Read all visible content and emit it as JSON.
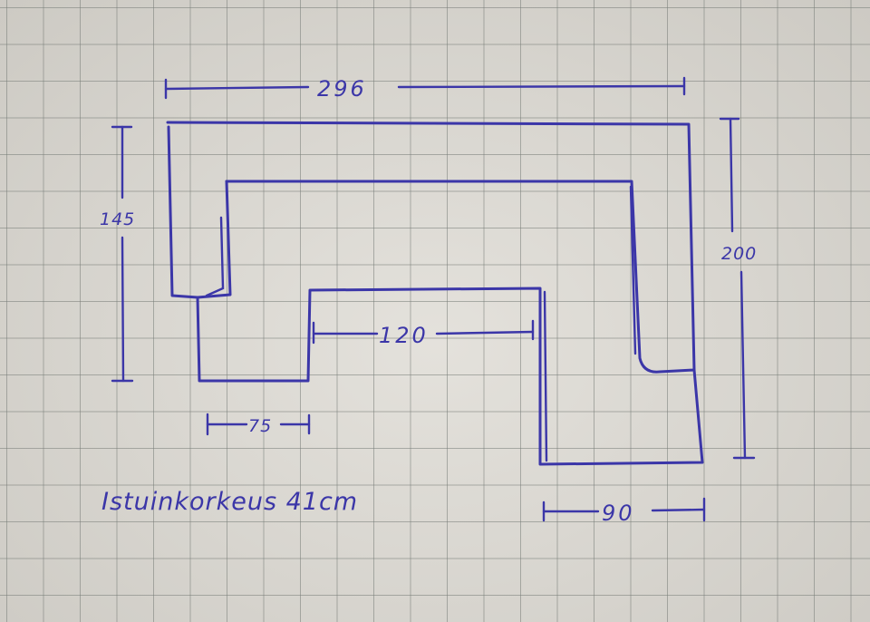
{
  "diagram": {
    "dimensions": {
      "total_width": "296",
      "left_depth": "145",
      "right_depth": "200",
      "inner_width": "120",
      "left_module": "75",
      "right_module": "90"
    },
    "note": "Istuinkorkeus 41cm",
    "colors": {
      "ink": "#3b36a8",
      "paper": "#dedbd4",
      "grid": "#787d78"
    }
  }
}
